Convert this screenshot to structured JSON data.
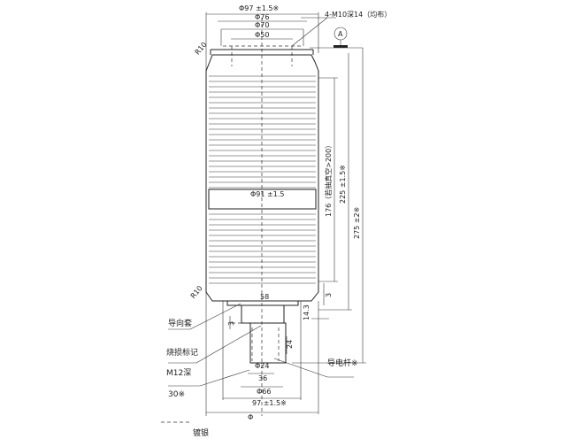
{
  "title": "Vacuum interrupter outline drawing",
  "dimensions": {
    "top_outer_dia": "Φ97 ±1.5※",
    "dia_76": "Φ76",
    "dia_70": "Φ70",
    "dia_50": "Φ50",
    "thread_holes": "4-M10深14（均布）",
    "datum": "A",
    "top_radius": "R10",
    "height_176": "176（若抽真空>200）",
    "height_225": "225 ±1.5※",
    "height_275": "275 ±2※",
    "mid_dia": "Φ91 ±1.5",
    "bottom_radius": "R10",
    "dia_58": "58",
    "step_3_right": "3",
    "height_14_3": "14.3",
    "step_3_left": "3",
    "height_24": "24",
    "dia_24": "Φ24",
    "width_36": "36",
    "dia_66": "Φ66",
    "bottom_outer_dia": "97 ±1.5※",
    "overall_dia": "Φ"
  },
  "labels": {
    "guide_sleeve": "导向套",
    "wear_mark": "烧损标记",
    "m12_depth": "M12深",
    "chamfer": "30※",
    "conductive_rod": "导电杆※",
    "legend_silver": "镀银"
  }
}
